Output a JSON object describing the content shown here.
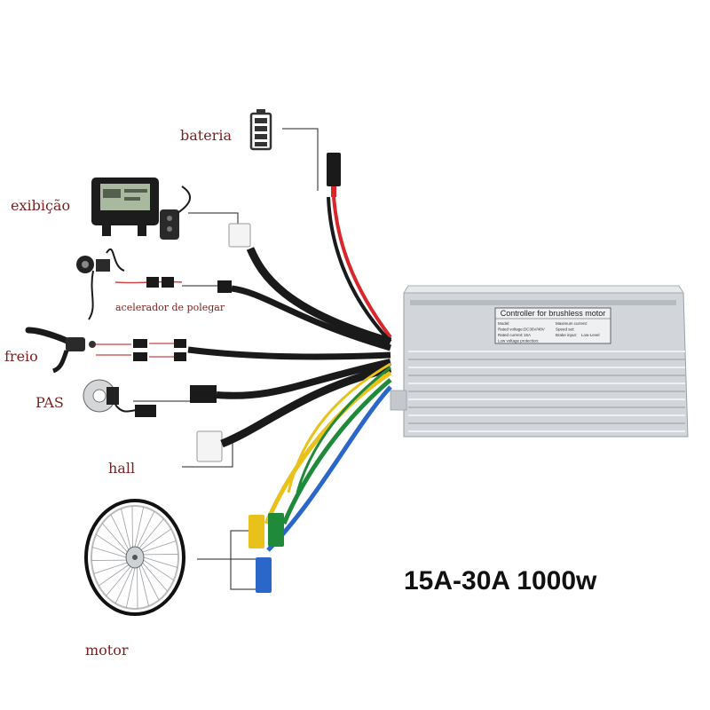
{
  "labels": {
    "battery": "bateria",
    "display": "exibição",
    "throttle": "acelerador de polegar",
    "brake": "freio",
    "pas": "PAS",
    "hall": "hall",
    "motor": "motor"
  },
  "spec": "15A-30A  1000w",
  "controller": {
    "title": "Controller for brushless motor",
    "rows": [
      [
        "Model:",
        "",
        "Maximum current:",
        ""
      ],
      [
        "Rated voltage:",
        "DC36V/48V",
        "Speed set:",
        ""
      ],
      [
        "Rated current:",
        "15A",
        "Brake input:",
        "Low-Level"
      ],
      [
        "Low voltage protection:",
        "",
        "",
        ""
      ]
    ]
  },
  "colors": {
    "label": "#7a1f1f",
    "cable": "#1a1a1a",
    "housing": "#c9ccd0",
    "red_wire": "#d8262b",
    "yellow_wire": "#e8c21a",
    "green_wire": "#1f8a3a",
    "blue_wire": "#2a67c9",
    "battery_icon": "#333333"
  },
  "icons": [
    "battery-icon",
    "display-unit",
    "throttle-unit",
    "brake-lever",
    "pas-sensor",
    "hub-motor-wheel",
    "controller-box"
  ]
}
